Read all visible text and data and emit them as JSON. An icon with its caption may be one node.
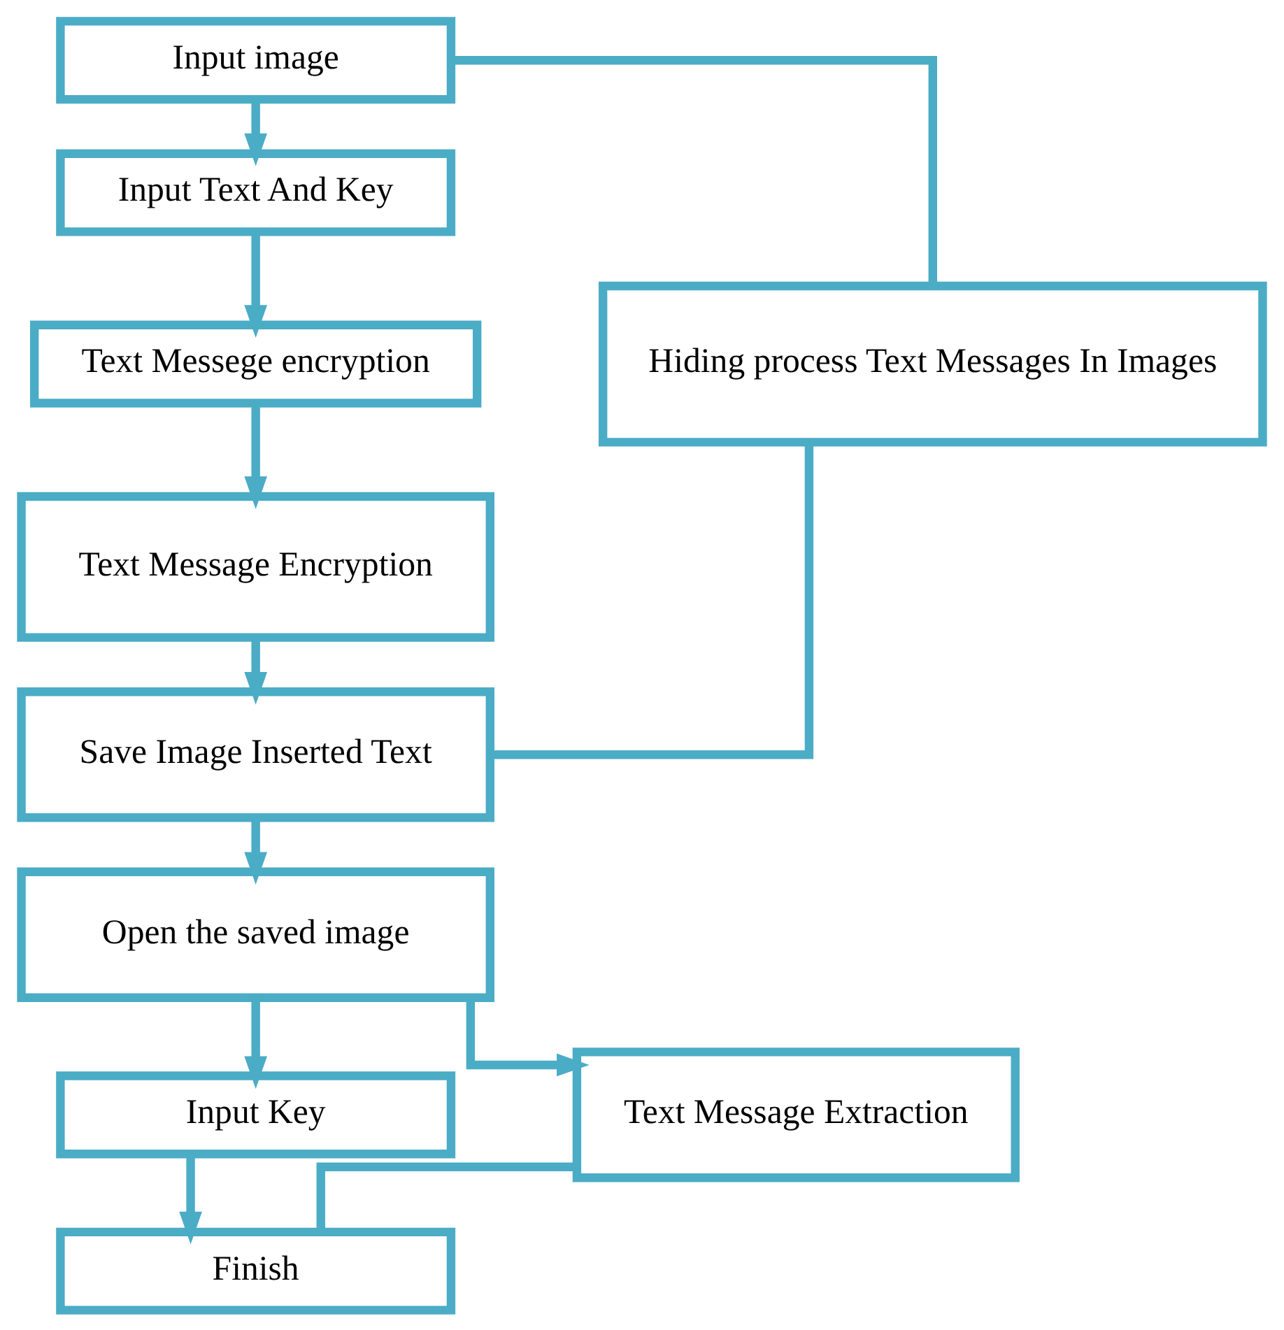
{
  "diagram": {
    "nodes": [
      {
        "text": [
          "Input image"
        ]
      },
      {
        "text": [
          "Input Text And Key"
        ]
      },
      {
        "text": [
          "Text Messege encryption"
        ]
      },
      {
        "text": [
          "Text Message Encryption"
        ]
      },
      {
        "text": [
          "Save Image Inserted Text"
        ]
      },
      {
        "text": [
          "Open the saved image"
        ]
      },
      {
        "text": [
          "Input Key"
        ]
      },
      {
        "text": [
          "Finish"
        ]
      },
      {
        "text": [
          "Hiding process Text Messages In Images"
        ]
      },
      {
        "text": [
          "Text Message Extraction"
        ]
      }
    ],
    "edges": [
      {
        "from": 0,
        "to": 1,
        "arrow": "to"
      },
      {
        "from": 1,
        "to": 2,
        "arrow": "to"
      },
      {
        "from": 2,
        "to": 3,
        "arrow": "to"
      },
      {
        "from": 3,
        "to": 4,
        "arrow": "to"
      },
      {
        "from": 4,
        "to": 5,
        "arrow": "to"
      },
      {
        "from": 5,
        "to": 6,
        "arrow": "to"
      },
      {
        "from": 6,
        "to": 7,
        "arrow": "to"
      },
      {
        "from": 0,
        "to": 8,
        "arrow": "none"
      },
      {
        "from": 8,
        "to": 4,
        "arrow": "none"
      },
      {
        "from": 5,
        "to": 9,
        "arrow": "to"
      },
      {
        "from": 9,
        "to": 7,
        "arrow": "none"
      }
    ]
  }
}
